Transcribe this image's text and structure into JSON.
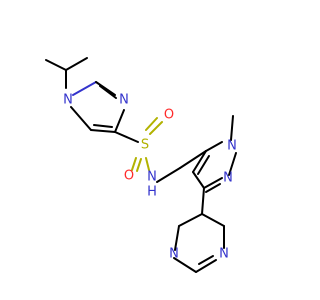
{
  "colors": {
    "nitrogen": "#3333cc",
    "oxygen": "#ff2a2a",
    "sulfur": "#b2b200",
    "carbon": "#000000",
    "background": "#ffffff"
  },
  "atoms": {
    "n_imid1": "N",
    "n_imid3": "N",
    "s": "S",
    "o_top": "O",
    "o_left": "O",
    "n_sulfonamide": "N",
    "h_sulfonamide": "H",
    "n_pyrazole1": "N",
    "n_pyrazole2": "N",
    "n_pyrazine_top": "N",
    "n_pyrazine_bottom": "N"
  }
}
